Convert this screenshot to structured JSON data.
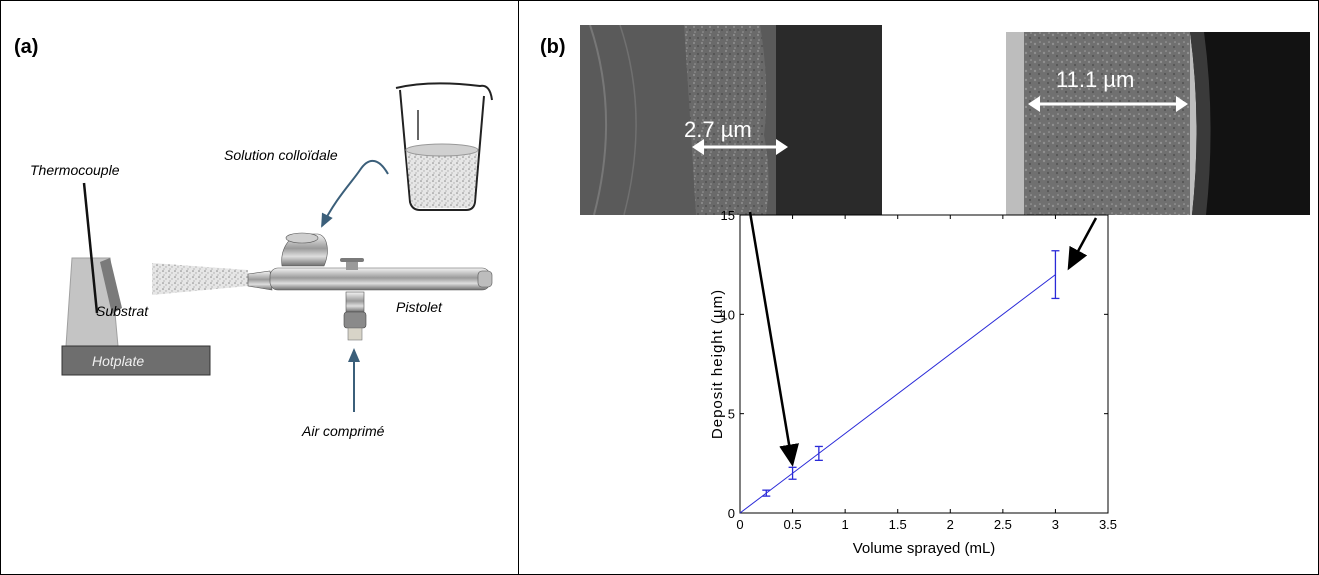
{
  "panel_a": {
    "label": "(a)",
    "thermocouple": "Thermocouple",
    "solution": "Solution colloïdale",
    "substrat": "Substrat",
    "pistolet": "Pistolet",
    "hotplate": "Hotplate",
    "air": "Air comprimé"
  },
  "panel_b": {
    "label": "(b)",
    "sem_left_label": "2.7 µm",
    "sem_right_label": "11.1 µm"
  },
  "chart_data": {
    "type": "line",
    "xlabel": "Volume sprayed (mL)",
    "ylabel": "Deposit height (µm)",
    "xlim": [
      0,
      3.5
    ],
    "ylim": [
      0,
      15
    ],
    "xticks": [
      "0",
      "0.5",
      "1",
      "1.5",
      "2",
      "2.5",
      "3",
      "3.5"
    ],
    "yticks": [
      "0",
      "5",
      "10",
      "15"
    ],
    "series": [
      {
        "x": [
          0,
          0.25,
          0.5,
          0.75,
          3
        ],
        "y": [
          0,
          1.0,
          2.0,
          3.0,
          12.0
        ],
        "err": [
          0,
          0.15,
          0.3,
          0.35,
          1.2
        ],
        "color": "#2a2ad8"
      }
    ],
    "grid": false
  }
}
